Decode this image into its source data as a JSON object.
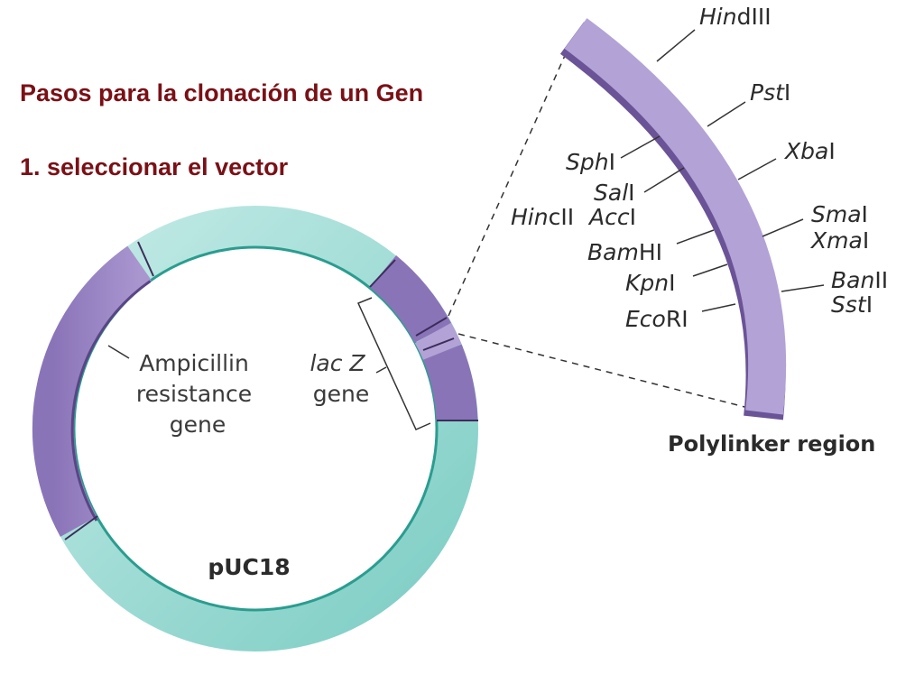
{
  "slide": {
    "title": "Pasos para la clonación de un Gen",
    "step": "1. seleccionar el vector"
  },
  "plasmid": {
    "name": "pUC18",
    "amp_gene": [
      "Ampicillin",
      "resistance",
      "gene"
    ],
    "lacz_gene": {
      "italic": "lac Z",
      "plain": "gene"
    }
  },
  "polylinker": {
    "title": "Polylinker region",
    "sites": [
      {
        "italic": "Hin",
        "rest": "dIII"
      },
      {
        "italic": "Pst",
        "rest": "I"
      },
      {
        "italic": "Sph",
        "rest": "I"
      },
      {
        "italic": "Xba",
        "rest": "I"
      },
      {
        "italic": "Sal",
        "rest": "I"
      },
      {
        "italic": "Hin",
        "rest": "cII"
      },
      {
        "italic": "Acc",
        "rest": "I"
      },
      {
        "italic": "Sma",
        "rest": "I"
      },
      {
        "italic": "Xma",
        "rest": "I"
      },
      {
        "italic": "Bam",
        "rest": "HI"
      },
      {
        "italic": "Kpn",
        "rest": "I"
      },
      {
        "italic": "Ban",
        "rest": "II"
      },
      {
        "italic": "Sst",
        "rest": "I"
      },
      {
        "italic": "Eco",
        "rest": "RI"
      }
    ]
  },
  "colors": {
    "title": "#7a1016",
    "teal": "#8fd3cc",
    "teal_edge": "#2a9d8f",
    "purple": "#9b87c2",
    "purple_dark": "#5a4585",
    "linker": "#b3a2d6"
  }
}
